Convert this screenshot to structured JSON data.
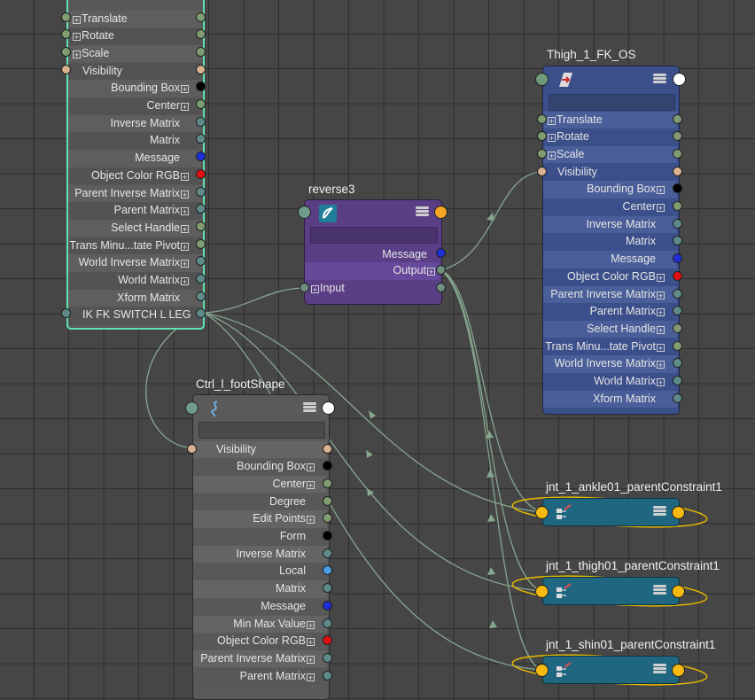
{
  "nodes": {
    "left_transform": {
      "rows": [
        {
          "label": "Translate",
          "expand": true
        },
        {
          "label": "Rotate",
          "expand": true
        },
        {
          "label": "Scale",
          "expand": true
        },
        {
          "label": "Visibility",
          "expand": false
        },
        {
          "label": "Bounding Box",
          "expand": true
        },
        {
          "label": "Center",
          "expand": true
        },
        {
          "label": "Inverse Matrix",
          "expand": false
        },
        {
          "label": "Matrix",
          "expand": false
        },
        {
          "label": "Message",
          "expand": false
        },
        {
          "label": "Object Color RGB",
          "expand": true
        },
        {
          "label": "Parent Inverse Matrix",
          "expand": true
        },
        {
          "label": "Parent Matrix",
          "expand": true
        },
        {
          "label": "Select Handle",
          "expand": true
        },
        {
          "label": "Trans Minu...tate Pivot",
          "expand": true
        },
        {
          "label": "World Inverse Matrix",
          "expand": true
        },
        {
          "label": "World Matrix",
          "expand": true
        },
        {
          "label": "Xform Matrix",
          "expand": false
        },
        {
          "label": "IK FK SWITCH L LEG",
          "expand": false
        }
      ]
    },
    "reverse3": {
      "title": "reverse3",
      "rows": [
        {
          "label": "Message",
          "expand": false
        },
        {
          "label": "Output",
          "expand": true
        },
        {
          "label": "Input",
          "expand": true
        }
      ]
    },
    "thigh_fk_os": {
      "title": "Thigh_1_FK_OS",
      "rows": [
        {
          "label": "Translate",
          "expand": true
        },
        {
          "label": "Rotate",
          "expand": true
        },
        {
          "label": "Scale",
          "expand": true
        },
        {
          "label": "Visibility",
          "expand": false
        },
        {
          "label": "Bounding Box",
          "expand": true
        },
        {
          "label": "Center",
          "expand": true
        },
        {
          "label": "Inverse Matrix",
          "expand": false
        },
        {
          "label": "Matrix",
          "expand": false
        },
        {
          "label": "Message",
          "expand": false
        },
        {
          "label": "Object Color RGB",
          "expand": true
        },
        {
          "label": "Parent Inverse Matrix",
          "expand": true
        },
        {
          "label": "Parent Matrix",
          "expand": true
        },
        {
          "label": "Select Handle",
          "expand": true
        },
        {
          "label": "Trans Minu...tate Pivot",
          "expand": true
        },
        {
          "label": "World Inverse Matrix",
          "expand": true
        },
        {
          "label": "World Matrix",
          "expand": true
        },
        {
          "label": "Xform Matrix",
          "expand": false
        }
      ]
    },
    "foot_shape": {
      "title": "Ctrl_l_footShape",
      "rows": [
        {
          "label": "Visibility",
          "expand": false
        },
        {
          "label": "Bounding Box",
          "expand": true
        },
        {
          "label": "Center",
          "expand": true
        },
        {
          "label": "Degree",
          "expand": false
        },
        {
          "label": "Edit Points",
          "expand": true
        },
        {
          "label": "Form",
          "expand": false
        },
        {
          "label": "Inverse Matrix",
          "expand": false
        },
        {
          "label": "Local",
          "expand": false
        },
        {
          "label": "Matrix",
          "expand": false
        },
        {
          "label": "Message",
          "expand": false
        },
        {
          "label": "Min Max Value",
          "expand": true
        },
        {
          "label": "Object Color RGB",
          "expand": true
        },
        {
          "label": "Parent Inverse Matrix",
          "expand": true
        },
        {
          "label": "Parent Matrix",
          "expand": true
        }
      ]
    },
    "constraints": [
      {
        "title": "jnt_1_ankle01_parentConstraint1"
      },
      {
        "title": "jnt_1_thigh01_parentConstraint1"
      },
      {
        "title": "jnt_1_shin01_parentConstraint1"
      }
    ]
  },
  "colors": {
    "transform_bg": "#3b4f8a",
    "reverse_bg": "#5a3f86",
    "constraint_bg": "#1f6680",
    "shape_bg": "#5a5a5a",
    "selected_outline": "#5fe3b2",
    "wire": "#7fa28a",
    "constraint_wire": "#e6b800"
  }
}
